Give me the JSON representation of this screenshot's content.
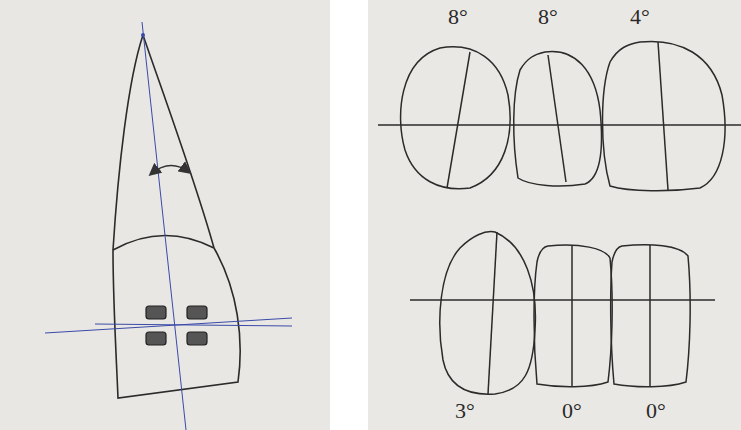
{
  "diagram": {
    "labels": [
      "8°",
      "8°",
      "4°",
      "3°",
      "0°",
      "0°"
    ]
  }
}
